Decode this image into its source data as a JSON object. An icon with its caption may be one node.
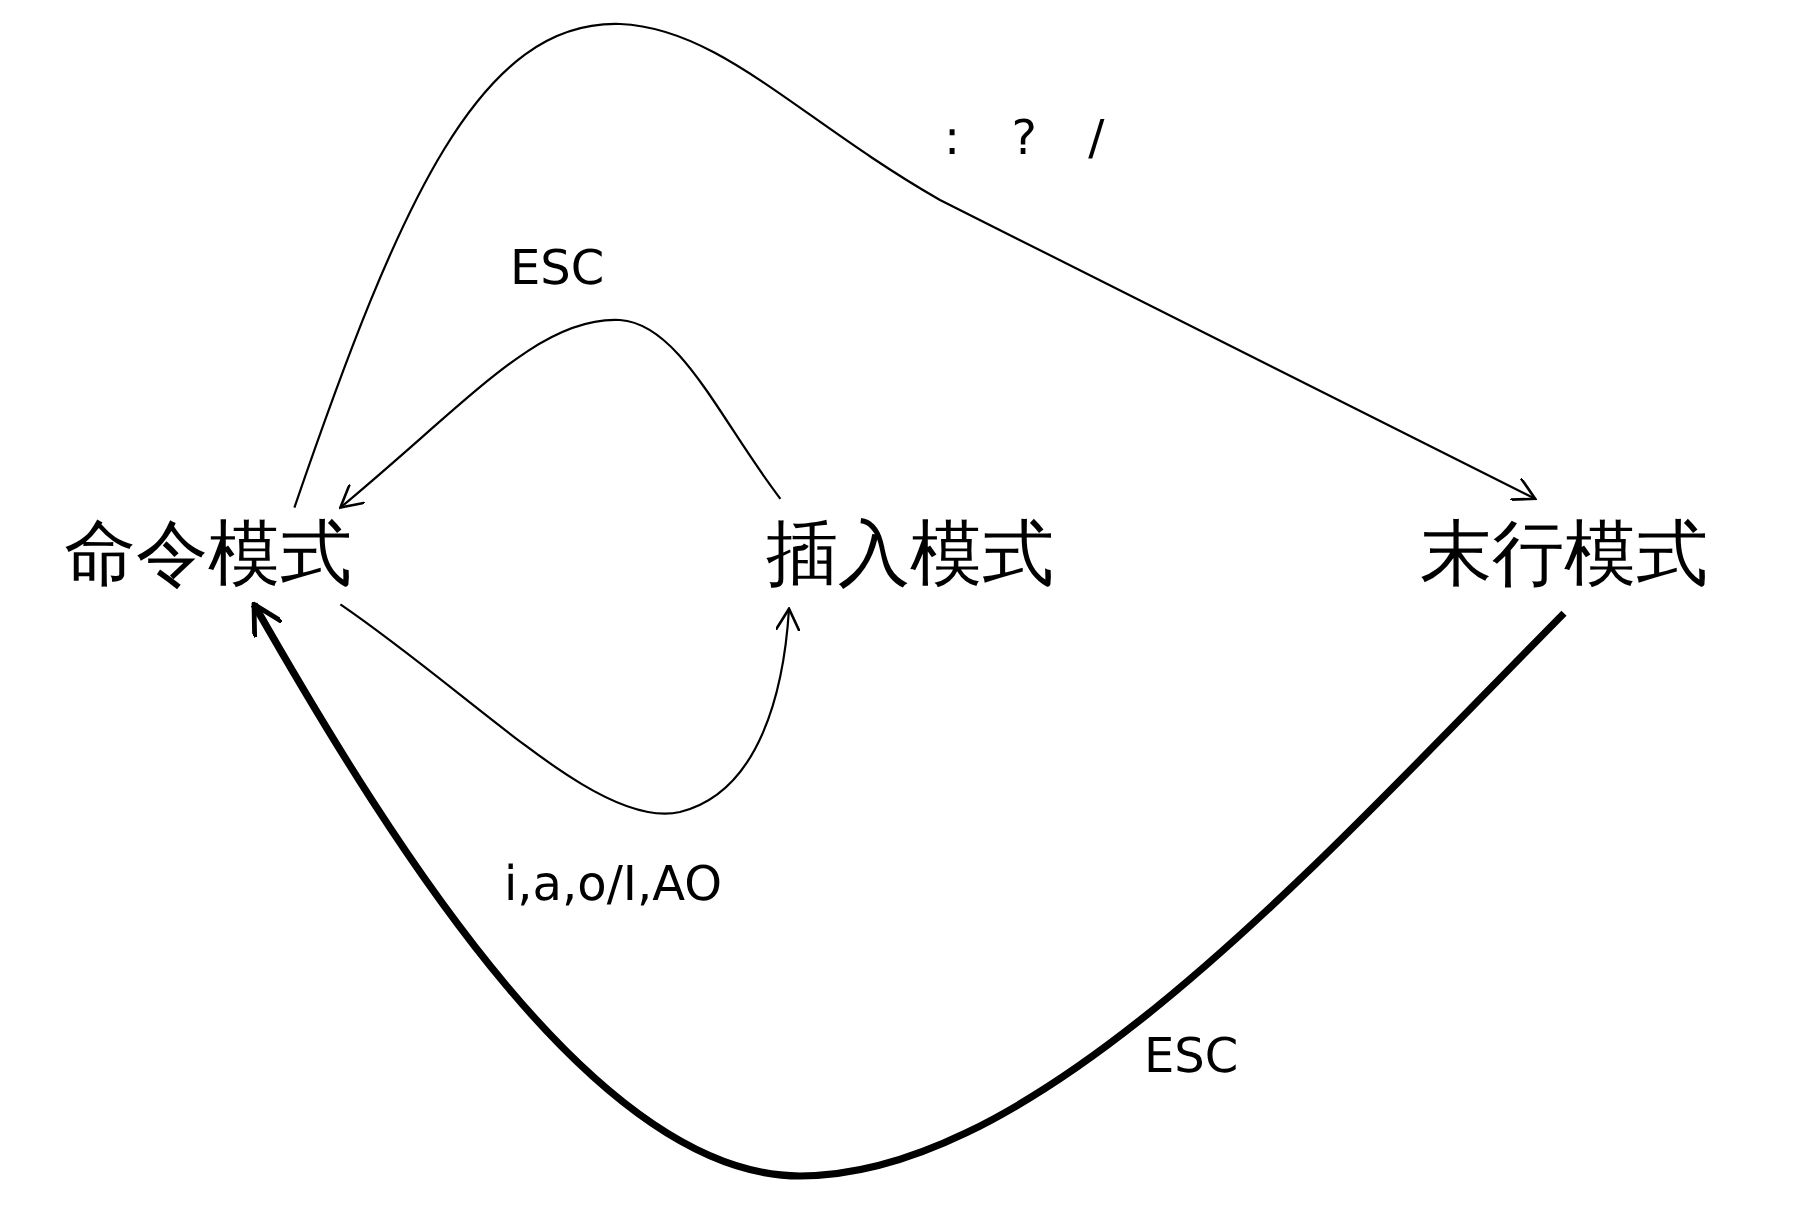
{
  "diagram": {
    "nodes": [
      {
        "text": [
          "命令模式"
        ]
      },
      {
        "text": [
          "插入模式"
        ]
      },
      {
        "text": [
          "末行模式"
        ]
      }
    ],
    "edges": [
      {
        "from": 0,
        "to": 2,
        "arrow": "to",
        "label": ": ? /"
      },
      {
        "from": 1,
        "to": 0,
        "arrow": "to",
        "label": "ESC"
      },
      {
        "from": 0,
        "to": 1,
        "arrow": "to",
        "label": "i,a,o/I,AO"
      },
      {
        "from": 2,
        "to": 0,
        "arrow": "to",
        "label": "ESC",
        "style": "thick"
      }
    ]
  }
}
